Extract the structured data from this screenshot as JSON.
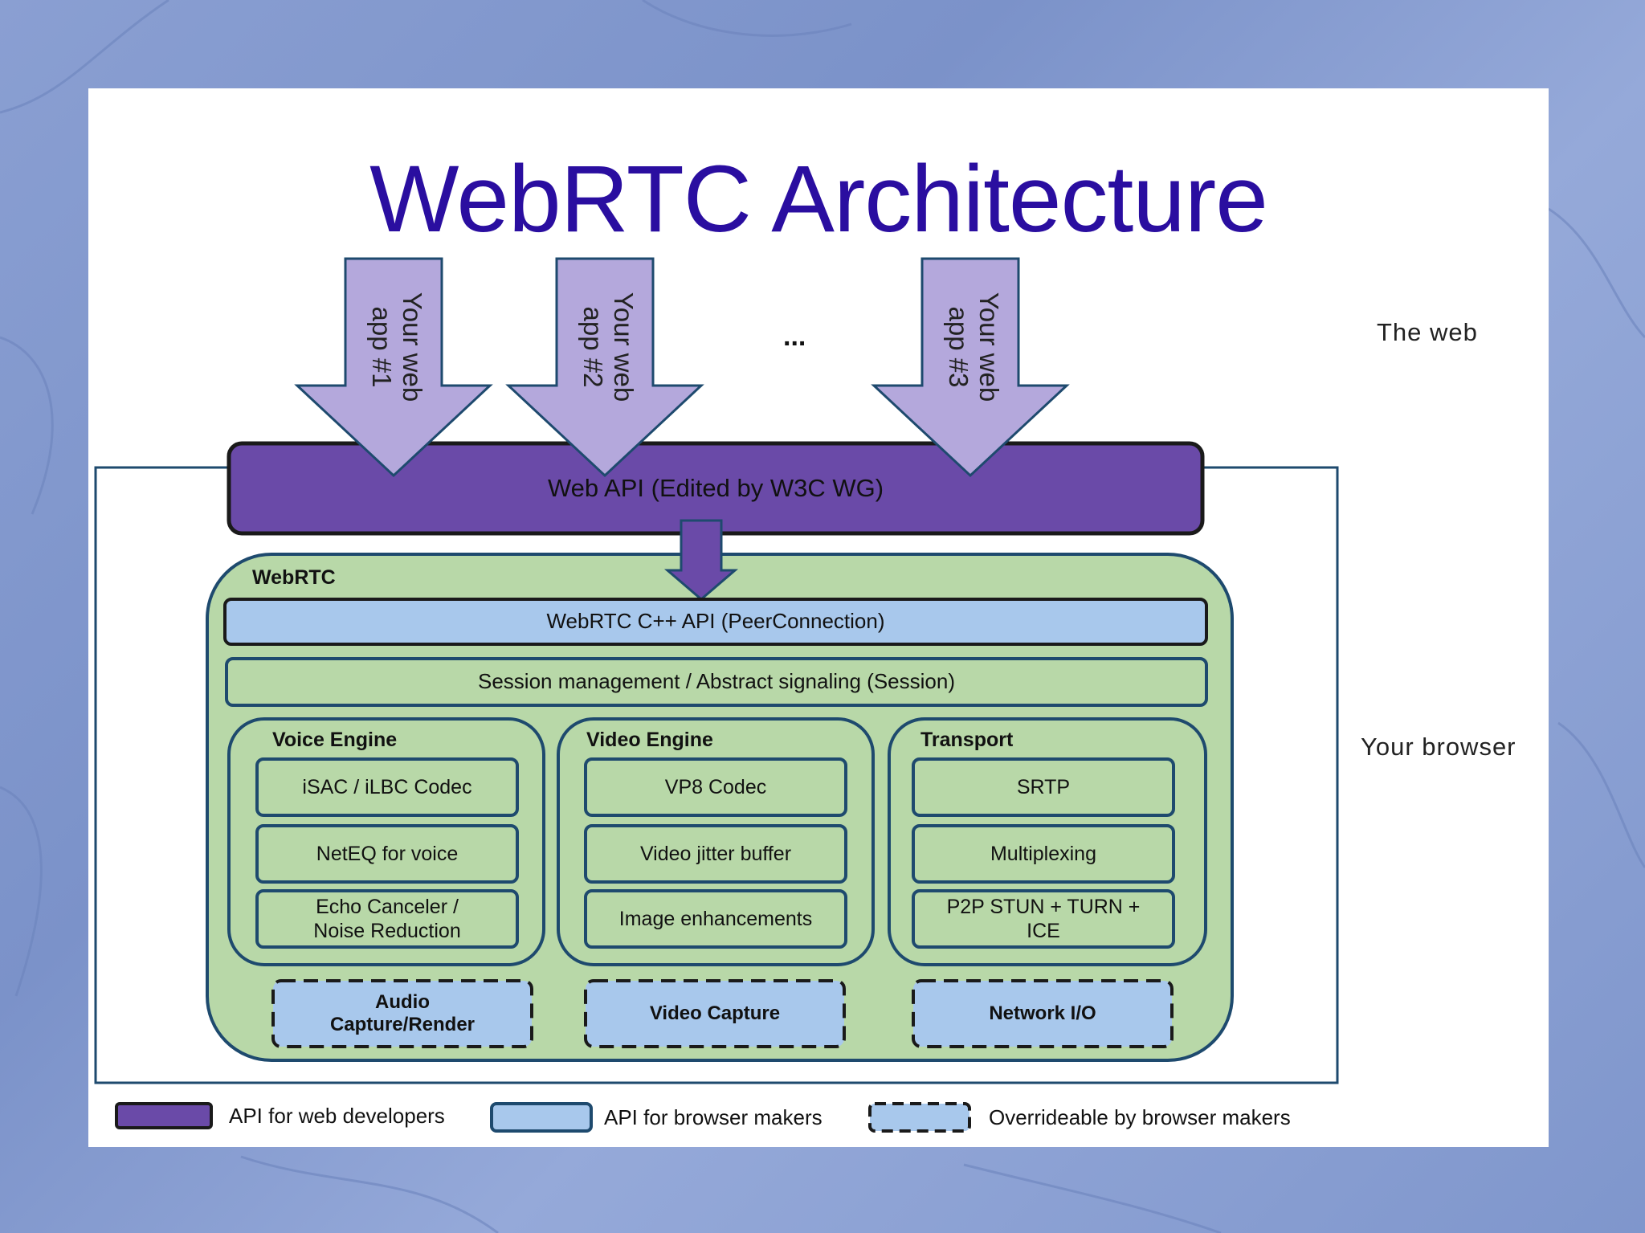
{
  "slide": {
    "title": "WebRTC Architecture",
    "region_web": "The web",
    "region_browser": "Your browser"
  },
  "apps": [
    {
      "label": "Your web app #1"
    },
    {
      "label": "Your web app #2"
    },
    {
      "label": "Your web app #3"
    }
  ],
  "ellipsis": "...",
  "web_api": "Web API (Edited by W3C WG)",
  "webrtc": {
    "label": "WebRTC",
    "cpp_api": "WebRTC C++ API (PeerConnection)",
    "session": "Session management / Abstract signaling (Session)",
    "engines": [
      {
        "title": "Voice Engine",
        "items": [
          "iSAC / iLBC Codec",
          "NetEQ for voice",
          "Echo Canceler / Noise Reduction"
        ]
      },
      {
        "title": "Video Engine",
        "items": [
          "VP8 Codec",
          "Video jitter buffer",
          "Image enhancements"
        ]
      },
      {
        "title": "Transport",
        "items": [
          "SRTP",
          "Multiplexing",
          "P2P STUN + TURN + ICE"
        ]
      }
    ],
    "overrideable": [
      "Audio Capture/Render",
      "Video Capture",
      "Network I/O"
    ]
  },
  "legend": [
    {
      "label": "API for web developers"
    },
    {
      "label": "API for browser makers"
    },
    {
      "label": "Overrideable by browser makers"
    }
  ],
  "colors": {
    "title": "#2a0ea0",
    "web_api": "#6a4aa8",
    "arrow": "#b4a8dc",
    "webrtc_bg": "#b8d8a8",
    "cpp_api": "#a8c8ec",
    "border": "#1e4a6e"
  }
}
